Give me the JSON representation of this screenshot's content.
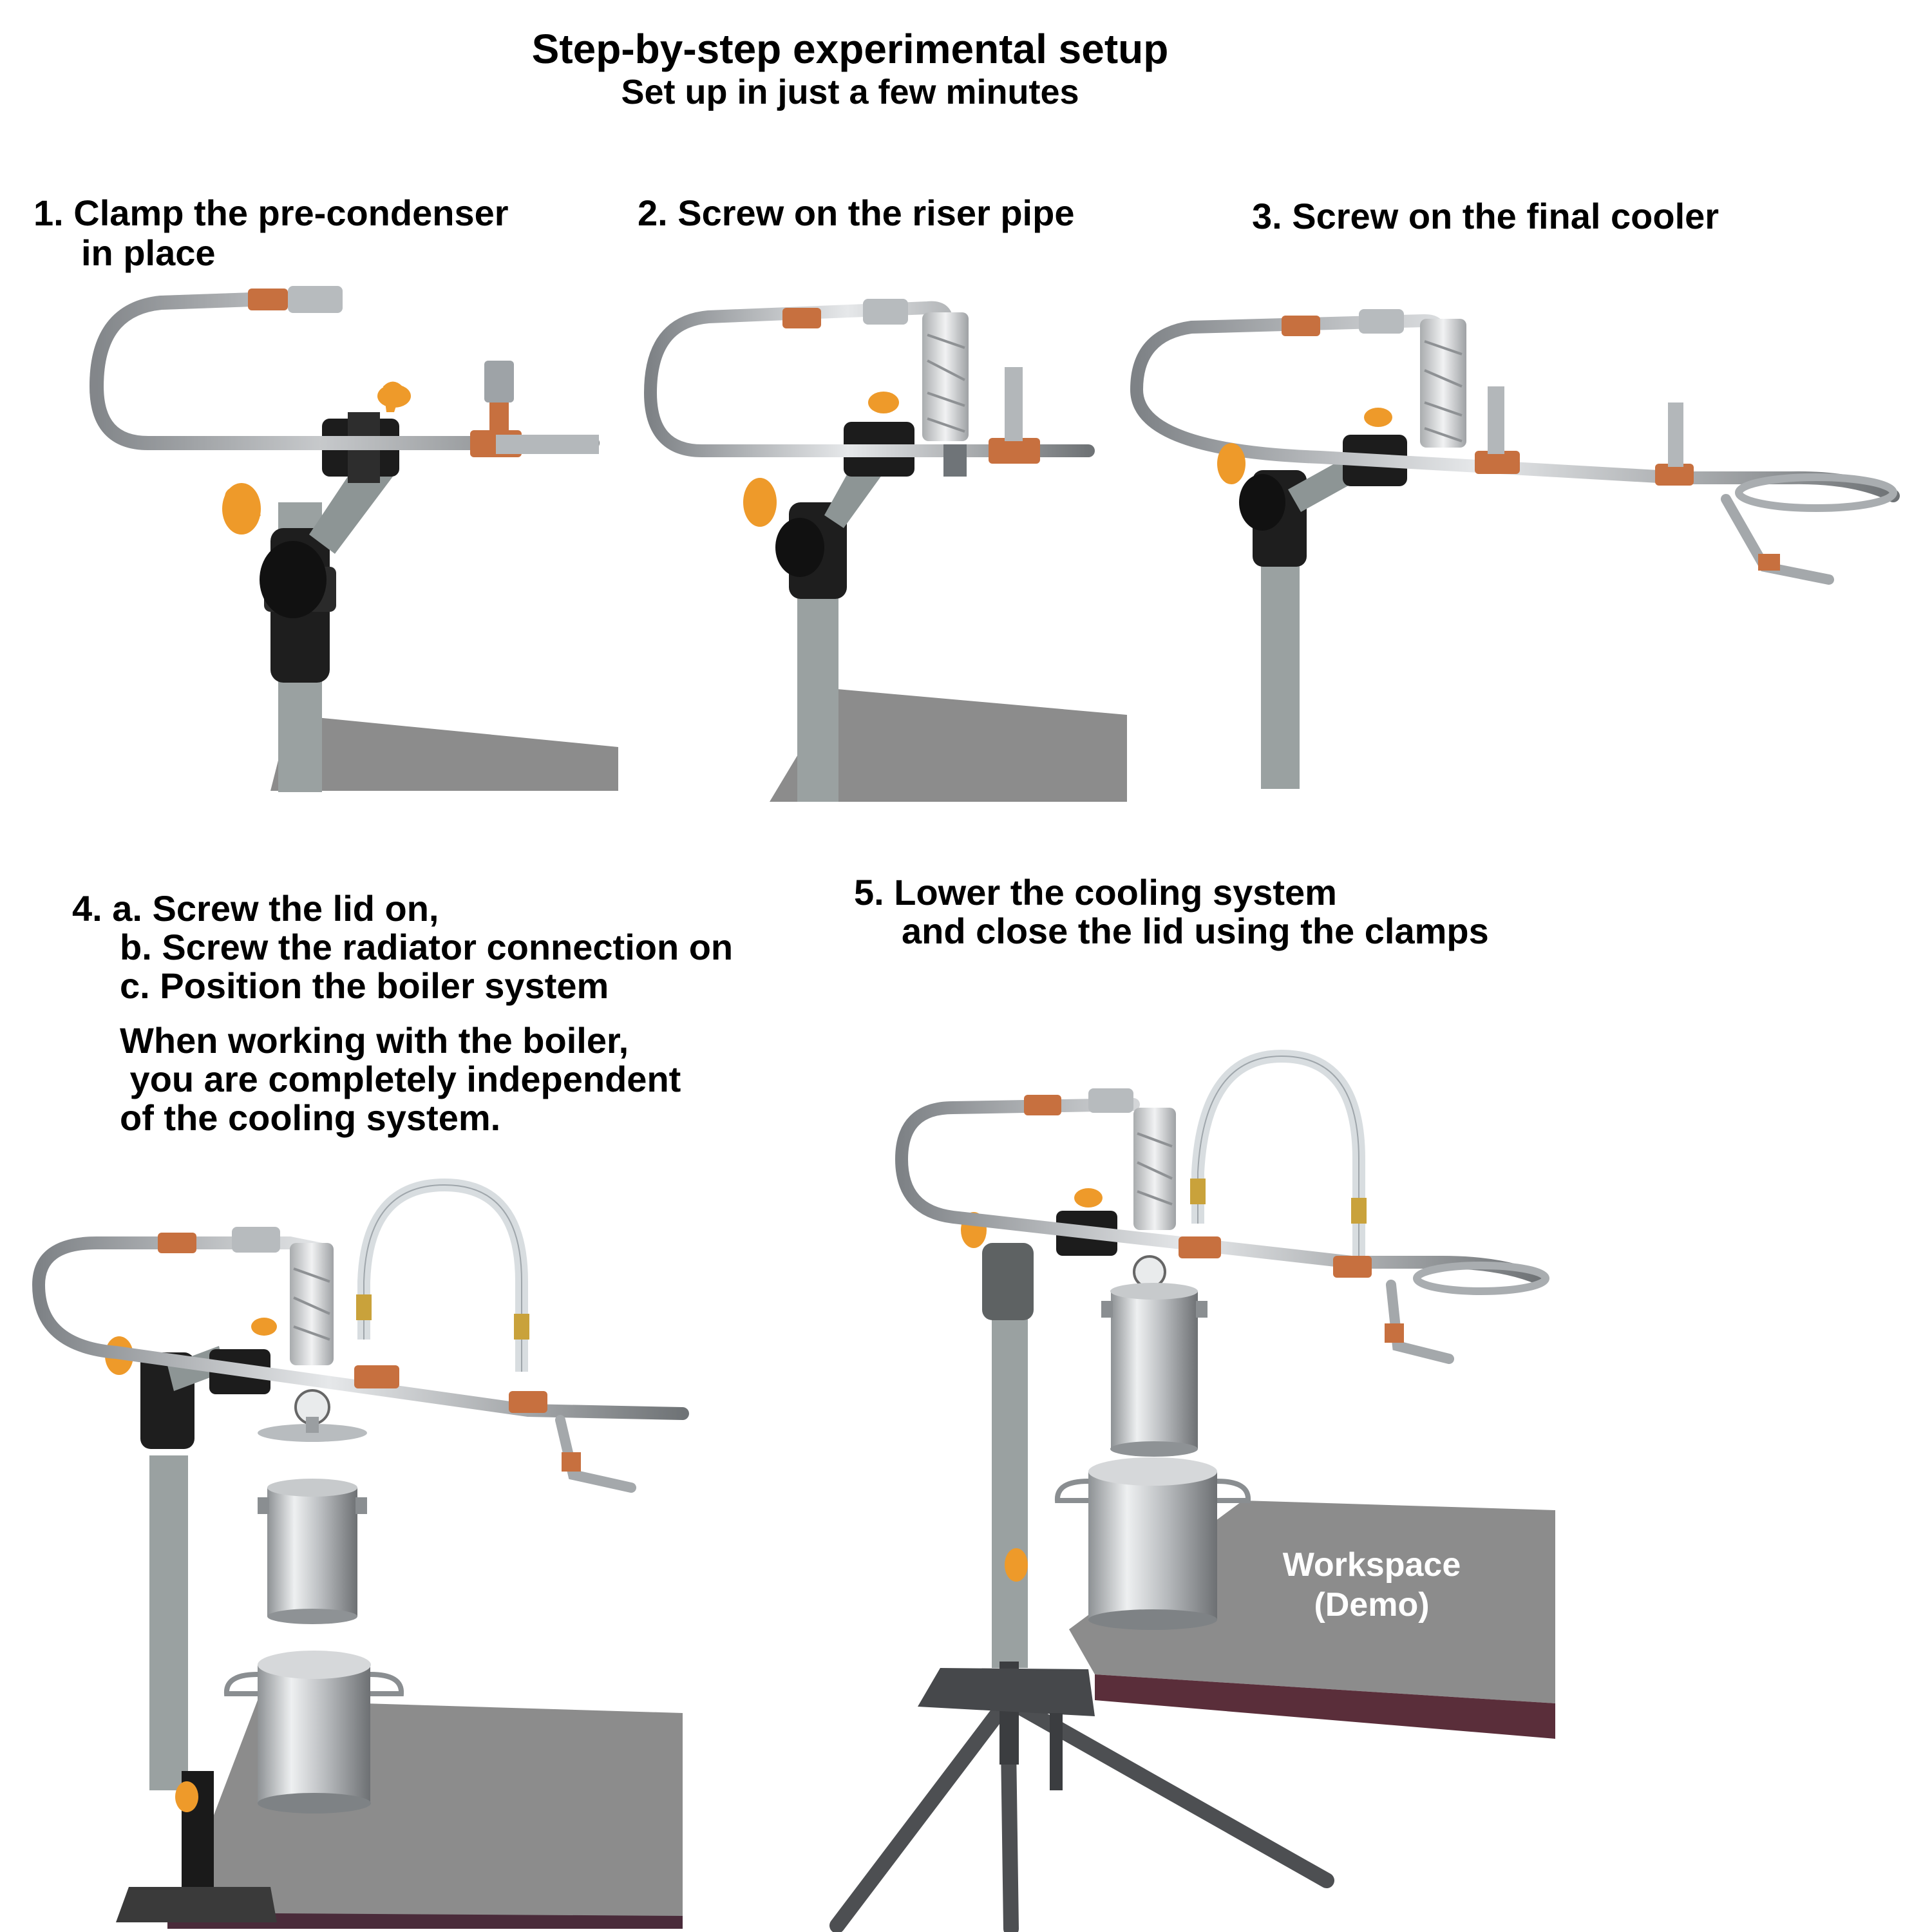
{
  "header": {
    "title": "Step-by-step experimental setup",
    "subtitle": "Set up in just a few minutes"
  },
  "steps": [
    {
      "number": "1.",
      "line1": "Clamp the pre-condenser",
      "line2": "in place"
    },
    {
      "number": "2.",
      "line1": "Screw on the riser pipe"
    },
    {
      "number": "3.",
      "line1": "Screw on the final cooler"
    },
    {
      "number": "4.",
      "line_a": "a. Screw the lid on,",
      "line_b": "b. Screw the radiator connection on",
      "line_c": "c. Position the boiler system",
      "note1": "When working with the boiler,",
      "note2": " you are completely independent",
      "note3": "of the cooling system."
    },
    {
      "number": "5.",
      "line1": "Lower the cooling system",
      "line2": "and close the lid using the clamps"
    }
  ],
  "workspace_label": {
    "line1": "Workspace",
    "line2": "(Demo)"
  },
  "colors": {
    "copper": "#c7703f",
    "steel": "#9a9ea2",
    "stand": "#8f9898",
    "knob": "#ee9a2a",
    "clamp": "#1c1c1c",
    "table": "#8c8c8c"
  }
}
